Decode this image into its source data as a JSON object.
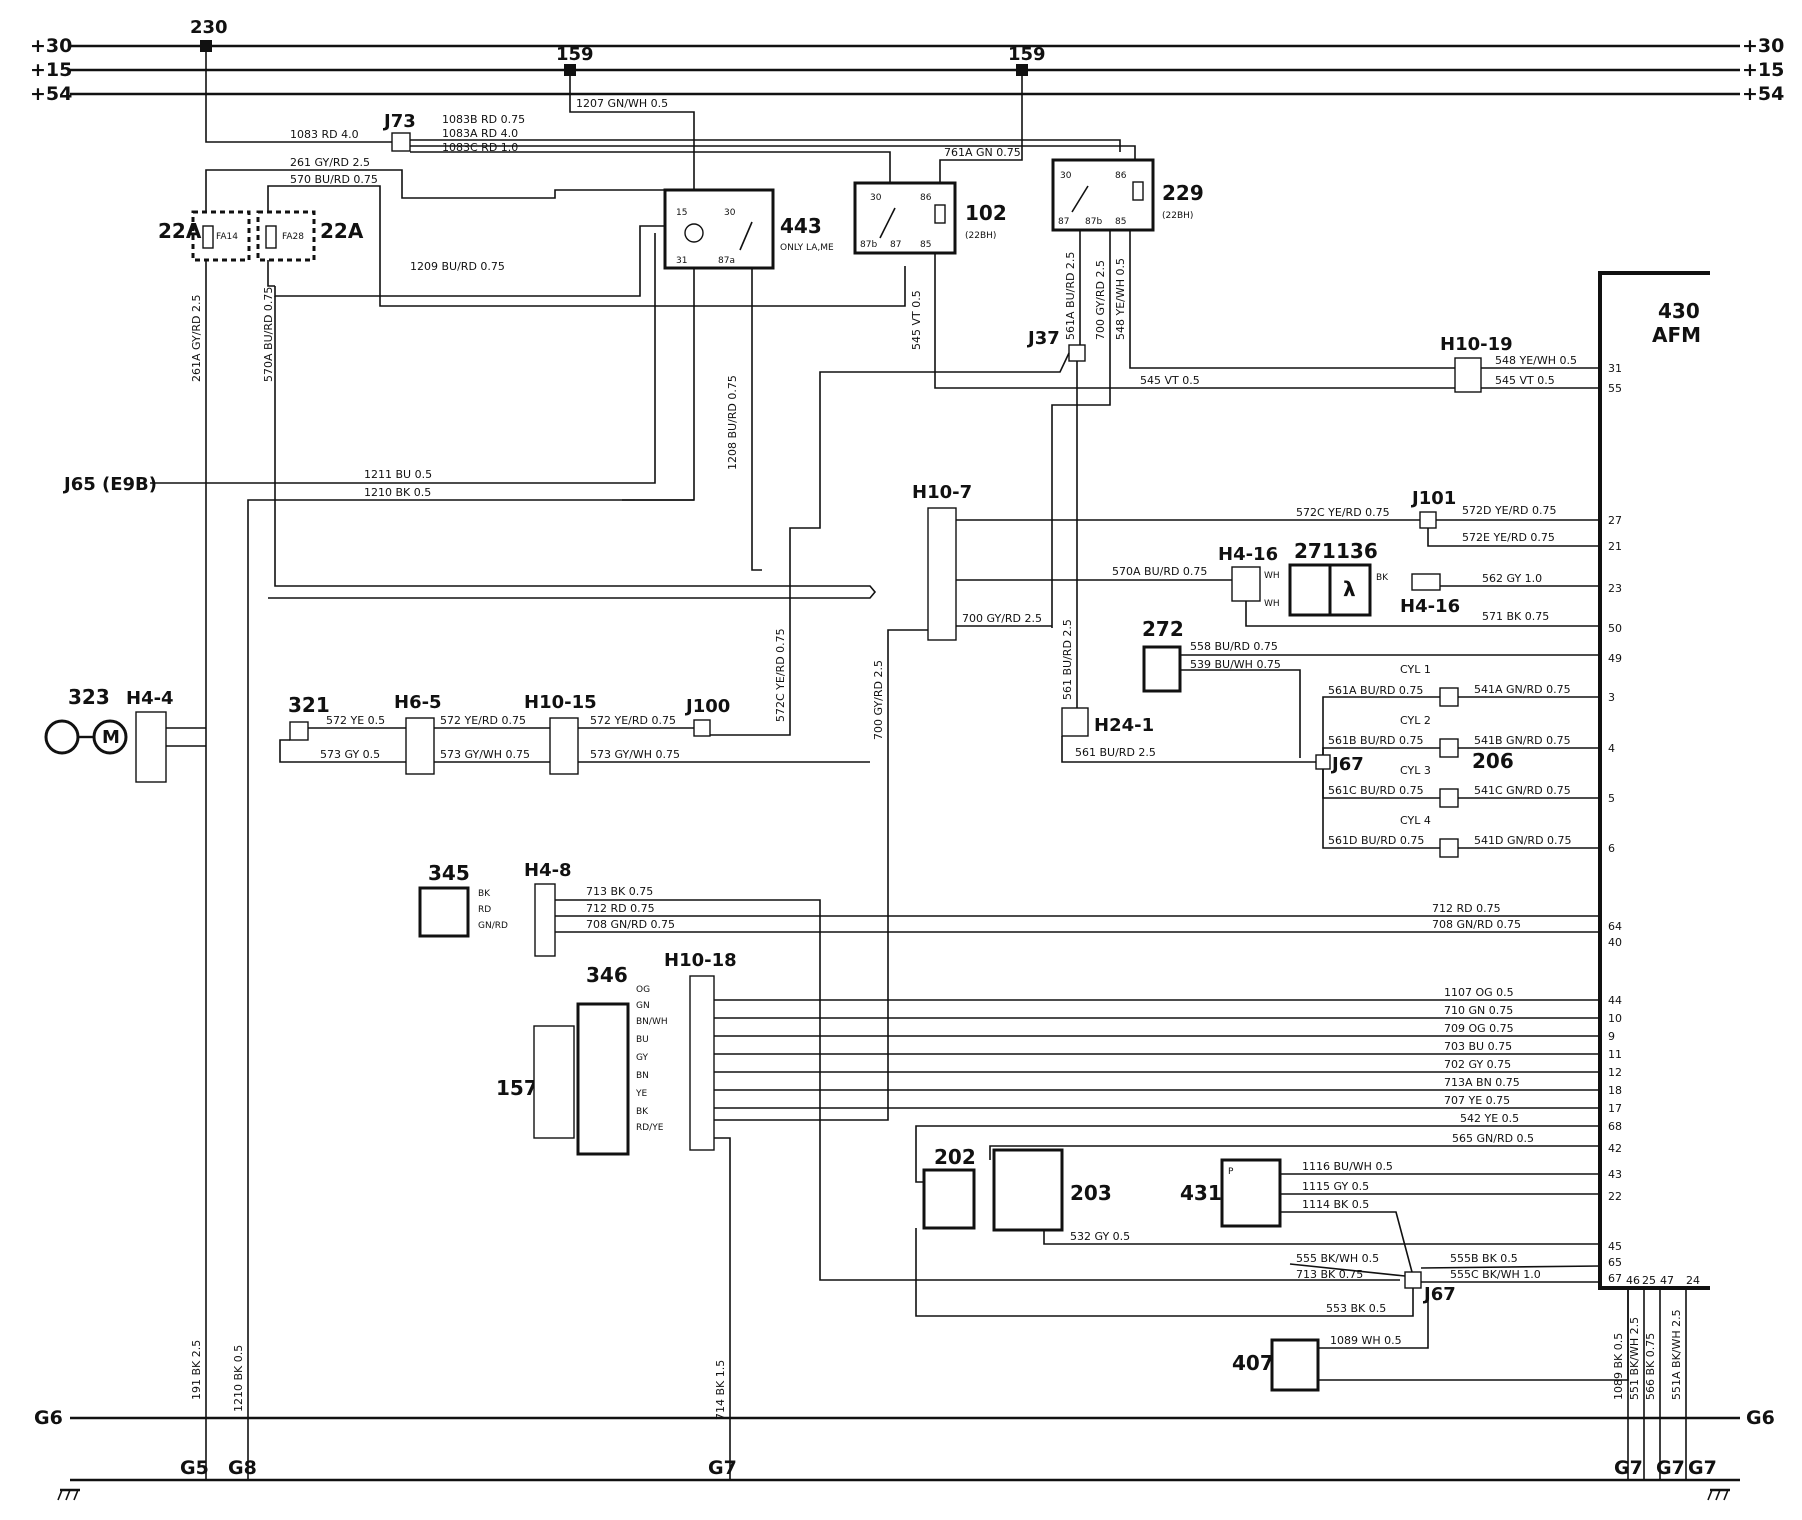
{
  "buses": {
    "b30": "+30",
    "b15": "+15",
    "b54": "+54",
    "g6": "G6",
    "g5": "G5",
    "g8": "G8",
    "g7": "G7"
  },
  "components": {
    "c230": "230",
    "c159": "159",
    "j73": "J73",
    "c22a": "22A",
    "fa14": "FA14",
    "fa28": "FA28",
    "c443": "443",
    "c443_note": "ONLY LA,ME",
    "c102": "102",
    "c102_sub": "(22BH)",
    "c229": "229",
    "c229_sub": "(22BH)",
    "j37": "J37",
    "c430": "430",
    "afm": "AFM",
    "j65": "J65 (E9B)",
    "c323": "323",
    "h4_4": "H4-4",
    "m": "M",
    "c321": "321",
    "h6_5": "H6-5",
    "h10_15": "H10-15",
    "j100": "J100",
    "h10_7": "H10-7",
    "j101": "J101",
    "h4_16": "H4-16",
    "c271": "271",
    "c136": "136",
    "c272": "272",
    "h24_1": "H24-1",
    "j67": "J67",
    "c206": "206",
    "cyl1": "CYL 1",
    "cyl2": "CYL 2",
    "cyl3": "CYL 3",
    "cyl4": "CYL 4",
    "c345": "345",
    "h4_8": "H4-8",
    "c346": "346",
    "h10_18": "H10-18",
    "c157": "157",
    "h10_19": "H10-19",
    "c202": "202",
    "c203": "203",
    "c431": "431",
    "c407": "407",
    "p": "P",
    "lambda": "λ"
  },
  "wires": {
    "w1083": "1083 RD 4.0",
    "w1083b": "1083B RD 0.75",
    "w1083a": "1083A RD 4.0",
    "w1083c": "1083C RD 1.0",
    "w1207": "1207 GN/WH 0.5",
    "w261": "261 GY/RD 2.5",
    "w570": "570 BU/RD 0.75",
    "w761a": "761A GN 0.75",
    "w1209": "1209 BU/RD 0.75",
    "w261a": "261A GY/RD 2.5",
    "w570a_v": "570A BU/RD 0.75",
    "w1208": "1208 BU/RD 0.75",
    "w545v": "545 VT 0.5",
    "w561a": "561A BU/RD 2.5",
    "w700v": "700 GY/RD 2.5",
    "w548v": "548 YE/WH 0.5",
    "w548": "548 YE/WH 0.5",
    "w545": "545 VT 0.5",
    "w545b": "545 VT 0.5",
    "w1211": "1211 BU 0.5",
    "w1210": "1210 BK 0.5",
    "w572c": "572C YE/RD 0.75",
    "w572d": "572D YE/RD 0.75",
    "w572e": "572E YE/RD 0.75",
    "w570a": "570A BU/RD 0.75",
    "w562": "562 GY 1.0",
    "w571": "571 BK 0.75",
    "w700": "700 GY/RD 2.5",
    "w572c_v": "572C YE/RD 0.75",
    "w700_v2": "700 GY/RD 2.5",
    "w561": "561 BU/RD 2.5",
    "w561h": "561 BU/RD 2.5",
    "w558": "558 BU/RD 0.75",
    "w539": "539 BU/WH 0.75",
    "w561ax": "561A BU/RD 0.75",
    "w541a": "541A GN/RD 0.75",
    "w561b": "561B BU/RD 0.75",
    "w541b": "541B GN/RD 0.75",
    "w561c": "561C BU/RD 0.75",
    "w541c": "541C GN/RD 0.75",
    "w561d": "561D BU/RD 0.75",
    "w541d": "541D GN/RD 0.75",
    "w572": "572 YE 0.5",
    "w573": "573 GY 0.5",
    "w572rd": "572 YE/RD 0.75",
    "w573wh": "573 GY/WH 0.75",
    "w572rd2": "572 YE/RD 0.75",
    "w573wh2": "573 GY/WH 0.75",
    "w713": "713 BK 0.75",
    "w712": "712 RD 0.75",
    "w708": "708 GN/RD 0.75",
    "w712r": "712 RD 0.75",
    "w708r": "708 GN/RD 0.75",
    "w1107": "1107 OG 0.5",
    "w710": "710 GN 0.75",
    "w709": "709 OG 0.75",
    "w703": "703 BU 0.75",
    "w702": "702 GY 0.75",
    "w713a": "713A BN 0.75",
    "w707": "707 YE 0.75",
    "w542": "542 YE 0.5",
    "w565": "565 GN/RD 0.5",
    "w1116": "1116 BU/WH 0.5",
    "w1115": "1115 GY 0.5",
    "w1114": "1114 BK 0.5",
    "w532": "532 GY 0.5",
    "w555": "555 BK/WH 0.5",
    "w713b": "713 BK 0.75",
    "w555b": "555B BK 0.5",
    "w555c": "555C BK/WH 1.0",
    "w553": "553 BK 0.5",
    "w1089": "1089 WH 0.5",
    "w191": "191 BK 2.5",
    "w1210g": "1210 BK 0.5",
    "w714": "714 BK 1.5",
    "w1089v": "1089 BK 0.5",
    "w551": "551 BK/WH 2.5",
    "w566": "566 BK 0.75",
    "w551a": "551A BK/WH 2.5"
  },
  "colors": {
    "bk": "BK",
    "rd": "RD",
    "gnrd": "GN/RD",
    "og": "OG",
    "gn": "GN",
    "bnwh": "BN/WH",
    "bu": "BU",
    "gy": "GY",
    "bn": "BN",
    "ye": "YE",
    "rdye": "RD/YE",
    "wh": "WH"
  },
  "pins": {
    "p31": "31",
    "p55": "55",
    "p27": "27",
    "p21": "21",
    "p23": "23",
    "p50": "50",
    "p49": "49",
    "p3": "3",
    "p4": "4",
    "p5": "5",
    "p6": "6",
    "p64": "64",
    "p40": "40",
    "p44": "44",
    "p10": "10",
    "p9": "9",
    "p11": "11",
    "p12": "12",
    "p18": "18",
    "p17": "17",
    "p68": "68",
    "p42": "42",
    "p43": "43",
    "p22": "22",
    "p45": "45",
    "p65": "65",
    "p67": "67",
    "p46": "46",
    "p25": "25",
    "p47": "47",
    "p24": "24",
    "r30": "30",
    "r86": "86",
    "r87b": "87b",
    "r87": "87",
    "r85": "85",
    "r15": "15",
    "r31": "31",
    "r87a": "87a"
  }
}
